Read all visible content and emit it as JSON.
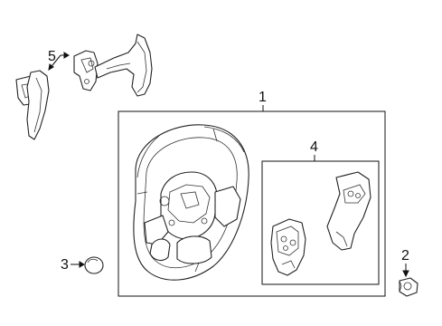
{
  "diagram": {
    "callouts": [
      {
        "id": "c1",
        "label": "1"
      },
      {
        "id": "c2",
        "label": "2"
      },
      {
        "id": "c3",
        "label": "3"
      },
      {
        "id": "c4",
        "label": "4"
      },
      {
        "id": "c5",
        "label": "5"
      }
    ],
    "parts": [
      {
        "id": "steering-wheel",
        "callout": "1"
      },
      {
        "id": "nut",
        "callout": "2"
      },
      {
        "id": "cap-plug",
        "callout": "3"
      },
      {
        "id": "switch-assembly",
        "callout": "4"
      },
      {
        "id": "paddle-shifter",
        "callout": "5"
      }
    ]
  }
}
